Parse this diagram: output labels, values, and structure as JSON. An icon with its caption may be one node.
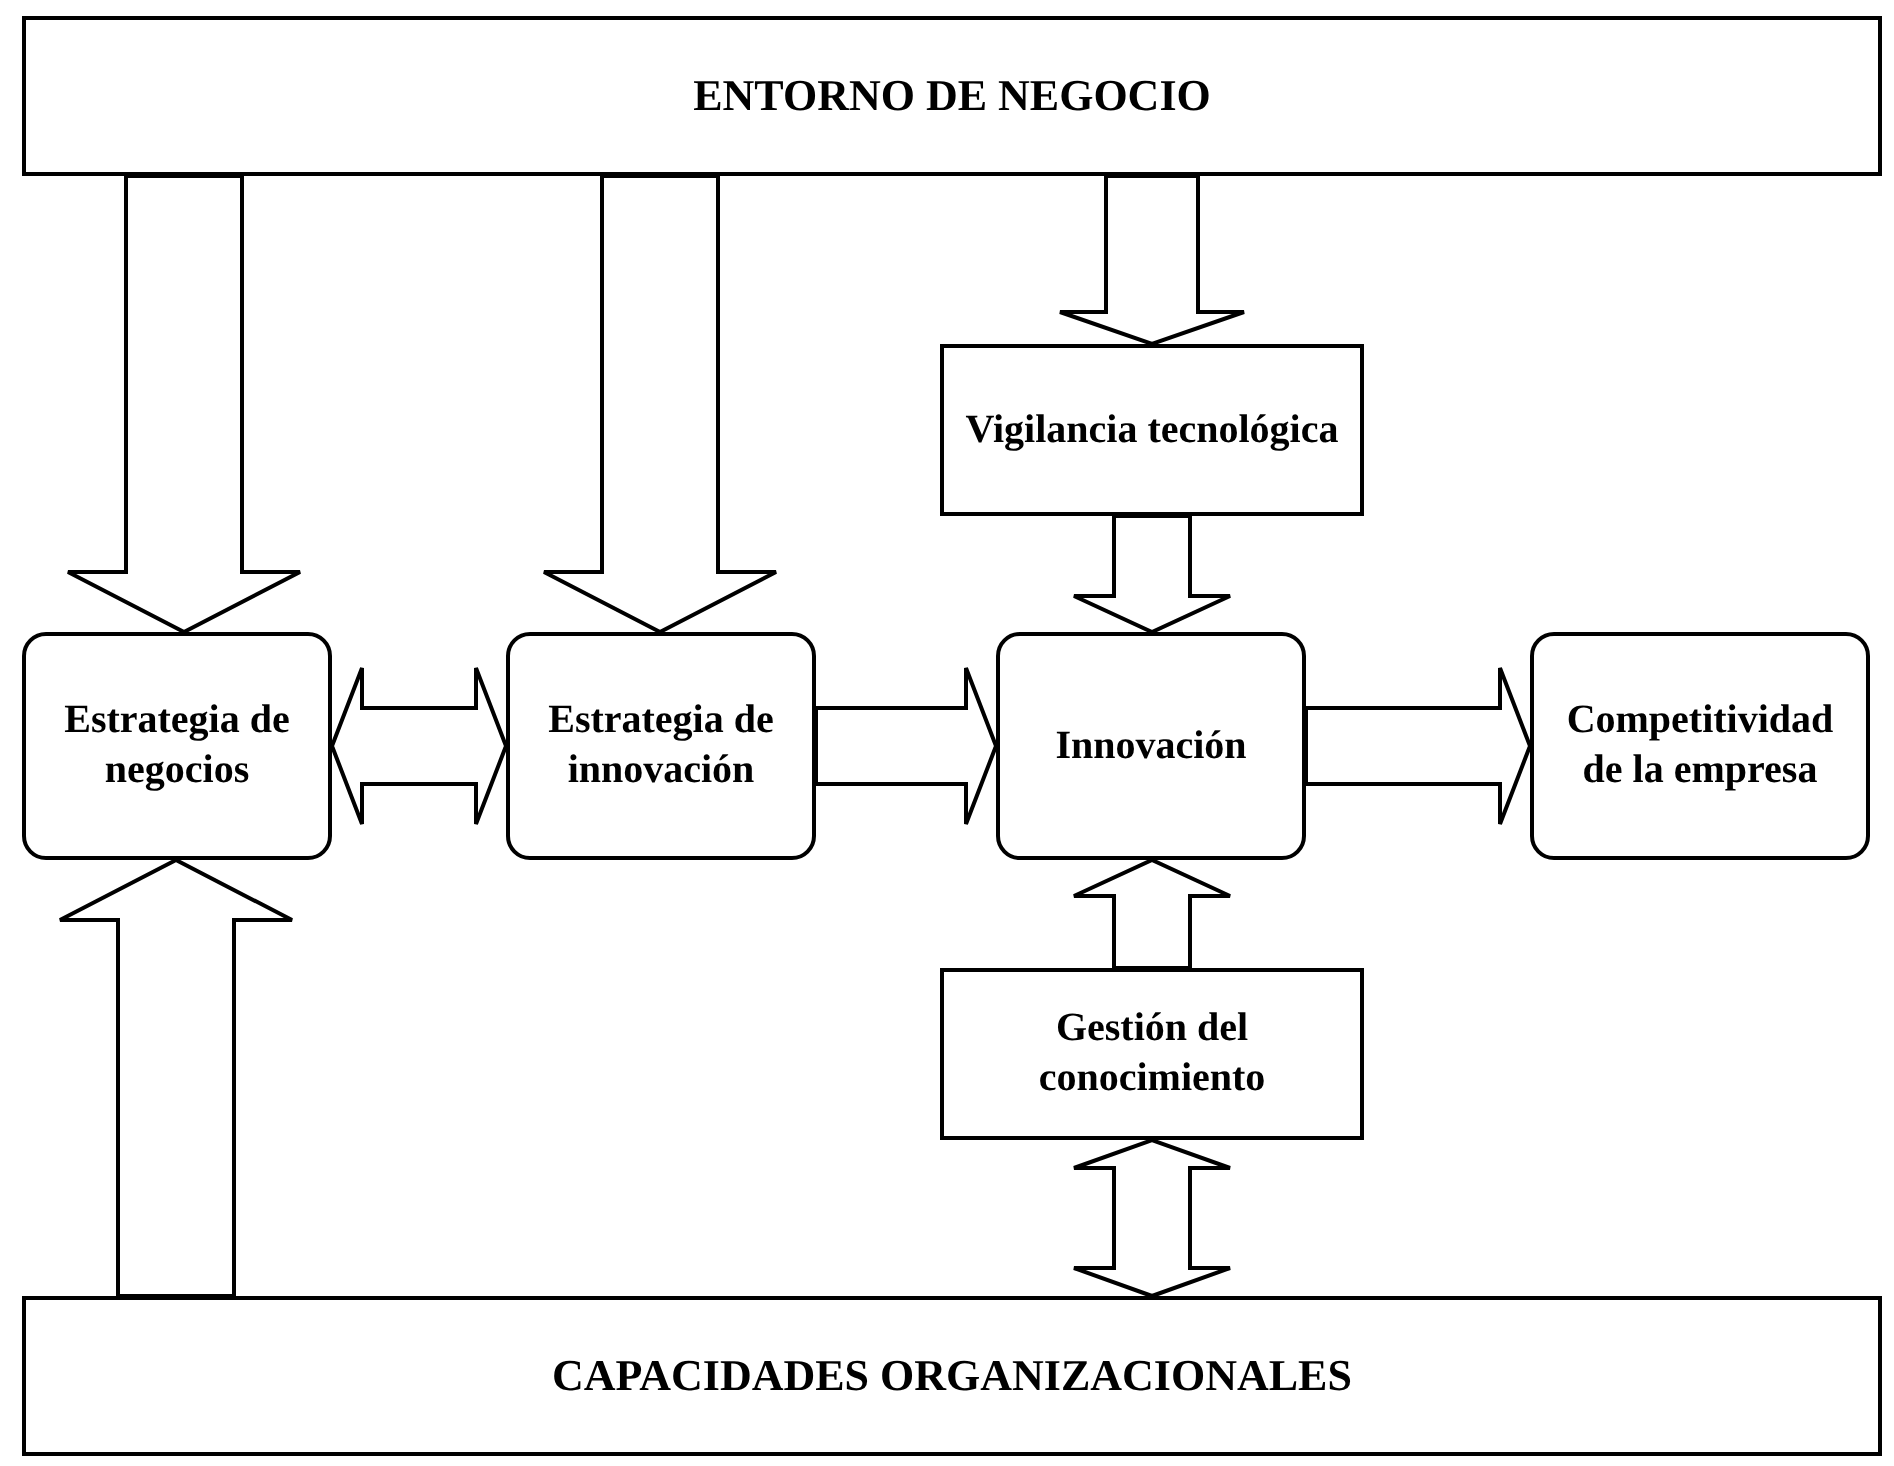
{
  "diagram": {
    "nodes": [
      {
        "text": [
          "ENTORNO DE NEGOCIO"
        ]
      },
      {
        "text": [
          "Vigilancia tecnológica"
        ]
      },
      {
        "text": [
          "Estrategia de negocios"
        ]
      },
      {
        "text": [
          "Estrategia de innovación"
        ]
      },
      {
        "text": [
          "Innovación"
        ]
      },
      {
        "text": [
          "Competitividad de la empresa"
        ]
      },
      {
        "text": [
          "Gestión del conocimiento"
        ]
      },
      {
        "text": [
          "CAPACIDADES ORGANIZACIONALES"
        ]
      }
    ],
    "edges": [
      {
        "from": 0,
        "to": 2,
        "arrow": "to"
      },
      {
        "from": 0,
        "to": 3,
        "arrow": "to"
      },
      {
        "from": 0,
        "to": 1,
        "arrow": "to"
      },
      {
        "from": 1,
        "to": 4,
        "arrow": "to"
      },
      {
        "from": 2,
        "to": 3,
        "arrow": "both"
      },
      {
        "from": 3,
        "to": 4,
        "arrow": "to"
      },
      {
        "from": 4,
        "to": 5,
        "arrow": "to"
      },
      {
        "from": 6,
        "to": 4,
        "arrow": "to"
      },
      {
        "from": 7,
        "to": 6,
        "arrow": "both"
      },
      {
        "from": 7,
        "to": 2,
        "arrow": "to"
      }
    ]
  }
}
